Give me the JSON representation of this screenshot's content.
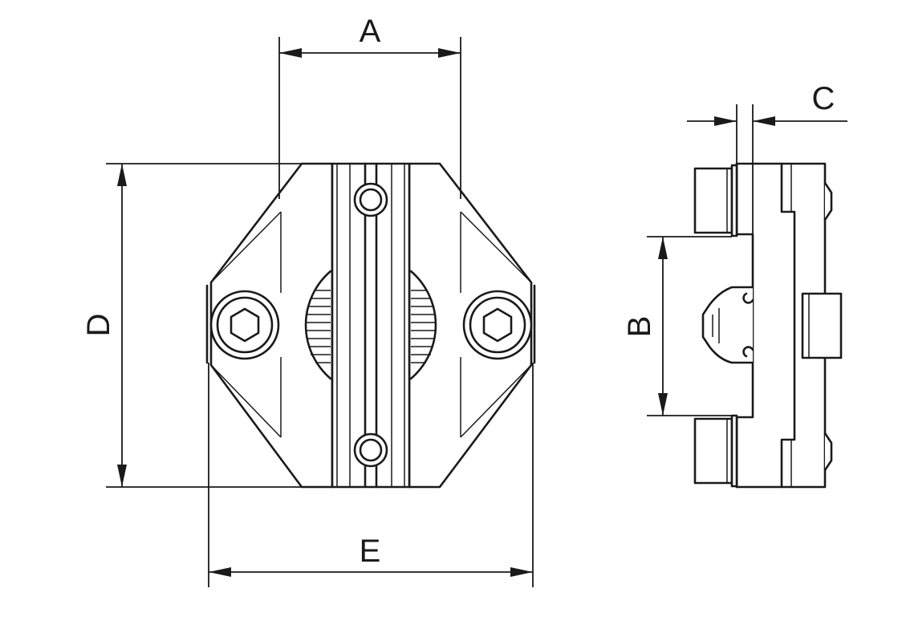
{
  "dimensions": {
    "a": "A",
    "b": "B",
    "c": "C",
    "d": "D",
    "e": "E"
  },
  "colors": {
    "line": "#1a1a1a",
    "background": "#ffffff"
  }
}
